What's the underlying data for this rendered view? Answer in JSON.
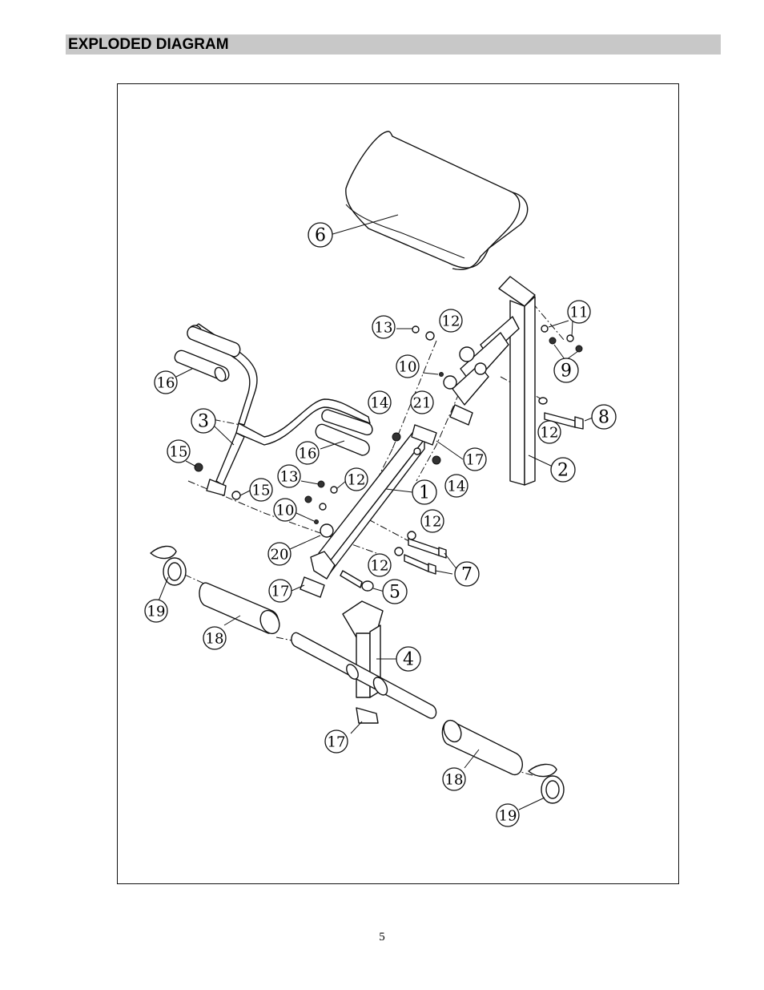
{
  "header": {
    "title": "EXPLODED DIAGRAM"
  },
  "callouts": [
    {
      "id": "c6",
      "label": "6"
    },
    {
      "id": "c11",
      "label": "11"
    },
    {
      "id": "c13a",
      "label": "13"
    },
    {
      "id": "c12a",
      "label": "12"
    },
    {
      "id": "c9",
      "label": "9"
    },
    {
      "id": "c10a",
      "label": "10"
    },
    {
      "id": "c16a",
      "label": "16"
    },
    {
      "id": "c21",
      "label": "21"
    },
    {
      "id": "c14a",
      "label": "14"
    },
    {
      "id": "c8",
      "label": "8"
    },
    {
      "id": "c12b",
      "label": "12"
    },
    {
      "id": "c3",
      "label": "3"
    },
    {
      "id": "c16b",
      "label": "16"
    },
    {
      "id": "c17a",
      "label": "17"
    },
    {
      "id": "c15a",
      "label": "15"
    },
    {
      "id": "c2",
      "label": "2"
    },
    {
      "id": "c13b",
      "label": "13"
    },
    {
      "id": "c12c",
      "label": "12"
    },
    {
      "id": "c14b",
      "label": "14"
    },
    {
      "id": "c15b",
      "label": "15"
    },
    {
      "id": "c1",
      "label": "1"
    },
    {
      "id": "c10b",
      "label": "10"
    },
    {
      "id": "c12d",
      "label": "12"
    },
    {
      "id": "c20",
      "label": "20"
    },
    {
      "id": "c12e",
      "label": "12"
    },
    {
      "id": "c7",
      "label": "7"
    },
    {
      "id": "c17b",
      "label": "17"
    },
    {
      "id": "c5",
      "label": "5"
    },
    {
      "id": "c19a",
      "label": "19"
    },
    {
      "id": "c18a",
      "label": "18"
    },
    {
      "id": "c4",
      "label": "4"
    },
    {
      "id": "c17c",
      "label": "17"
    },
    {
      "id": "c18b",
      "label": "18"
    },
    {
      "id": "c19b",
      "label": "19"
    }
  ],
  "footer": {
    "page_number": "5"
  }
}
